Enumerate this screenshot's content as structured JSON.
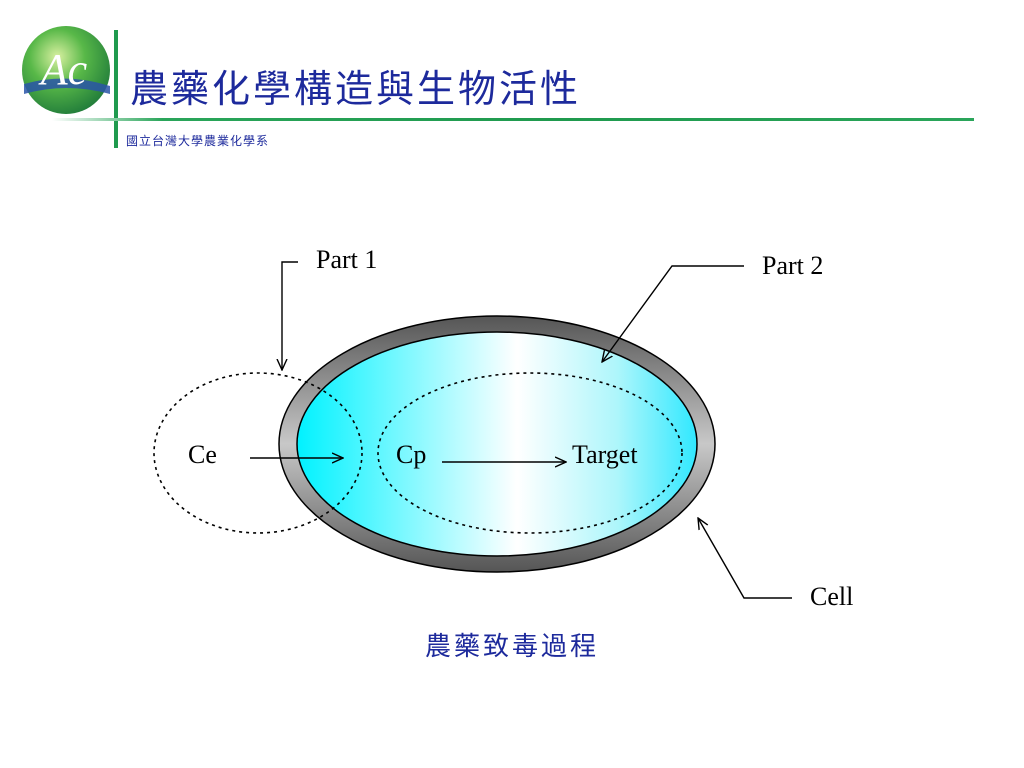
{
  "slide": {
    "title": "農藥化學構造與生物活性",
    "subtitle": "國立台灣大學農業化學系",
    "caption": "農藥致毒過程"
  },
  "logo": {
    "text": "Ac",
    "icon": "department-logo-icon"
  },
  "diagram": {
    "labels": {
      "part1": "Part 1",
      "part2": "Part 2",
      "ce": "Ce",
      "cp": "Cp",
      "target": "Target",
      "cell": "Cell"
    }
  },
  "colors": {
    "title": "#1d2a9c",
    "accent_green": "#1f9a4e",
    "cell_fill": "#00f0ff",
    "membrane": "#7a7a7a"
  }
}
